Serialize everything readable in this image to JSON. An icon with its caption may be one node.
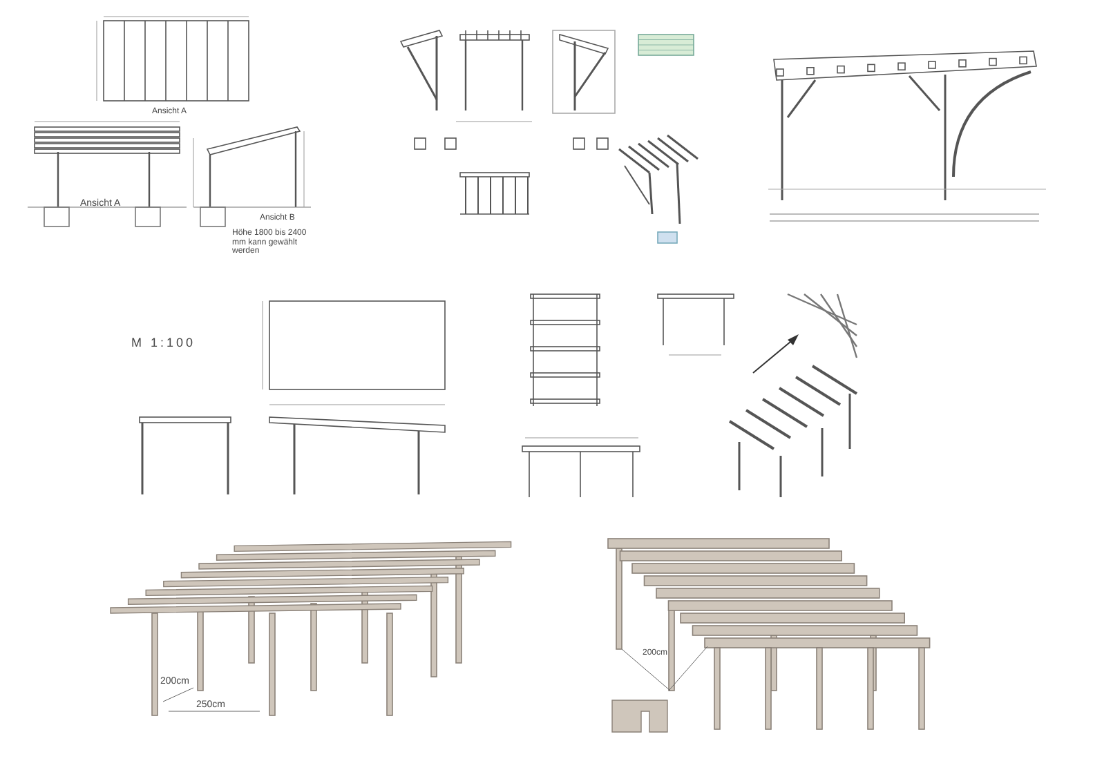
{
  "diagram": {
    "labels": [
      "Ansicht A",
      "Ansicht A",
      "Ansicht B",
      "Höhe 1800 bis 2400 mm kann gewählt werden",
      "M 1:100",
      "200cm",
      "250cm",
      "200cm"
    ]
  }
}
